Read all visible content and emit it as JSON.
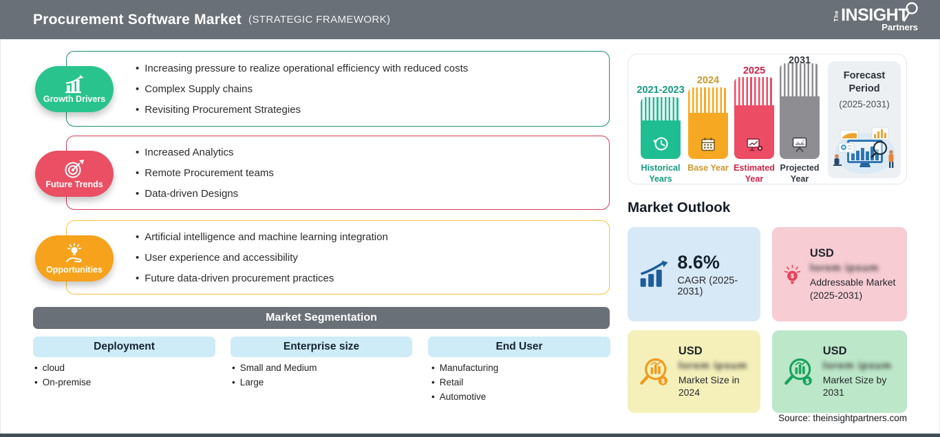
{
  "theme": {
    "header_bg": "#6a7077",
    "seg_bar_bg": "#6a7077",
    "col_header_bg": "#cdecf8"
  },
  "header": {
    "title": "Procurement Software Market",
    "subtitle": "(STRATEGIC FRAMEWORK)",
    "logo": {
      "the": "The",
      "insight": "INSIGHT",
      "partners": "Partners"
    }
  },
  "framework": [
    {
      "label": "Growth Drivers",
      "icon": "growth-chart-icon",
      "color": "#29c48d",
      "border": "#1d8a70",
      "bullets": [
        "Increasing pressure to realize operational efficiency with reduced costs",
        "Complex Supply chains",
        "Revisiting Procurement Strategies"
      ]
    },
    {
      "label": "Future Trends",
      "icon": "target-dart-icon",
      "color": "#ea4f63",
      "border": "#d63853",
      "bullets": [
        "Increased Analytics",
        "Remote Procurement teams",
        "Data-driven Designs"
      ]
    },
    {
      "label": "Opportunities",
      "icon": "idea-hand-icon",
      "color": "#f6a21c",
      "border": "#f8c33e",
      "bullets": [
        "Artificial intelligence and machine learning integration",
        "User experience and accessibility",
        "Future data-driven procurement practices"
      ]
    }
  ],
  "segmentation": {
    "title": "Market Segmentation",
    "columns": [
      {
        "header": "Deployment",
        "items": [
          "cloud",
          "On-premise"
        ]
      },
      {
        "header": "Enterprise size",
        "items": [
          "Small and Medium",
          "Large"
        ]
      },
      {
        "header": "End User",
        "items": [
          "Manufacturing",
          "Retail",
          "Automotive"
        ]
      }
    ]
  },
  "timeline": {
    "bars": [
      {
        "year": "2021-2023",
        "label": "Historical Years",
        "color": "#1fbe92",
        "text_color": "#149a7e",
        "icon": "history-clock-icon"
      },
      {
        "year": "2024",
        "label": "Base Year",
        "color": "#f7a823",
        "text_color": "#cd972e",
        "icon": "calendar-icon"
      },
      {
        "year": "2025",
        "label": "Estimated Year",
        "color": "#ec4c64",
        "text_color": "#cf2349",
        "icon": "estimate-chart-icon"
      },
      {
        "year": "2031",
        "label": "Projected Year",
        "color": "#8d8d92",
        "text_color": "#33383e",
        "icon": "projection-screen-icon"
      }
    ],
    "forecast": {
      "title": "Forecast Period",
      "range": "(2025-2031)"
    }
  },
  "outlook": {
    "heading": "Market Outlook",
    "cards": [
      {
        "value": "8.6%",
        "label": "CAGR (2025-2031)",
        "bg": "#d7e8f6",
        "icon": "bar-growth-icon",
        "icon_color": "#1d5c9b"
      },
      {
        "currency": "USD",
        "value_blurred": "lorem ipsum",
        "label": "Addressable Market (2025-2031)",
        "bg": "#f7ccd3",
        "icon": "bulb-dollar-icon",
        "icon_color": "#e8425c"
      },
      {
        "currency": "USD",
        "value_blurred": "lorem ipsum",
        "label": "Market Size in 2024",
        "bg": "#f5f0ba",
        "icon": "magnifier-chart-icon",
        "icon_color": "#f29a1f"
      },
      {
        "currency": "USD",
        "value_blurred": "lorem ipsum",
        "label": "Market Size by 2031",
        "bg": "#bce7c8",
        "icon": "magnifier-chart-icon",
        "icon_color": "#18a35b"
      }
    ],
    "source": "Source: theinsightpartners.com"
  },
  "icons": {
    "dollar_glyph": "$"
  }
}
